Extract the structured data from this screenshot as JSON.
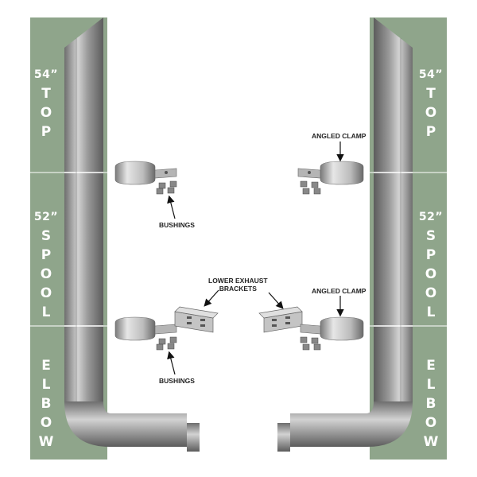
{
  "colors": {
    "panel": "#8fa58b",
    "seam": "#ffffff",
    "pipe_dark": "#6e6e6e",
    "pipe_light": "#d2d2d2",
    "text_on_panel": "#ffffff",
    "callout_text": "#222222"
  },
  "sections": {
    "top": {
      "size": "54”",
      "word": "TOP"
    },
    "spool": {
      "size": "52”",
      "word": "SPOOL"
    },
    "elbow": {
      "size": "",
      "word": "ELBOW"
    }
  },
  "callouts": {
    "angled_clamp_upper": "ANGLED CLAMP",
    "angled_clamp_lower": "ANGLED CLAMP",
    "bushings_upper": "BUSHINGS",
    "bushings_lower": "BUSHINGS",
    "lower_exhaust_brackets_line1": "LOWER EXHAUST",
    "lower_exhaust_brackets_line2": "BRACKETS"
  },
  "icons": [
    "exhaust-stack-icon",
    "angled-clamp-icon",
    "bushing-icon",
    "lower-exhaust-bracket-icon",
    "arrow-icon"
  ]
}
